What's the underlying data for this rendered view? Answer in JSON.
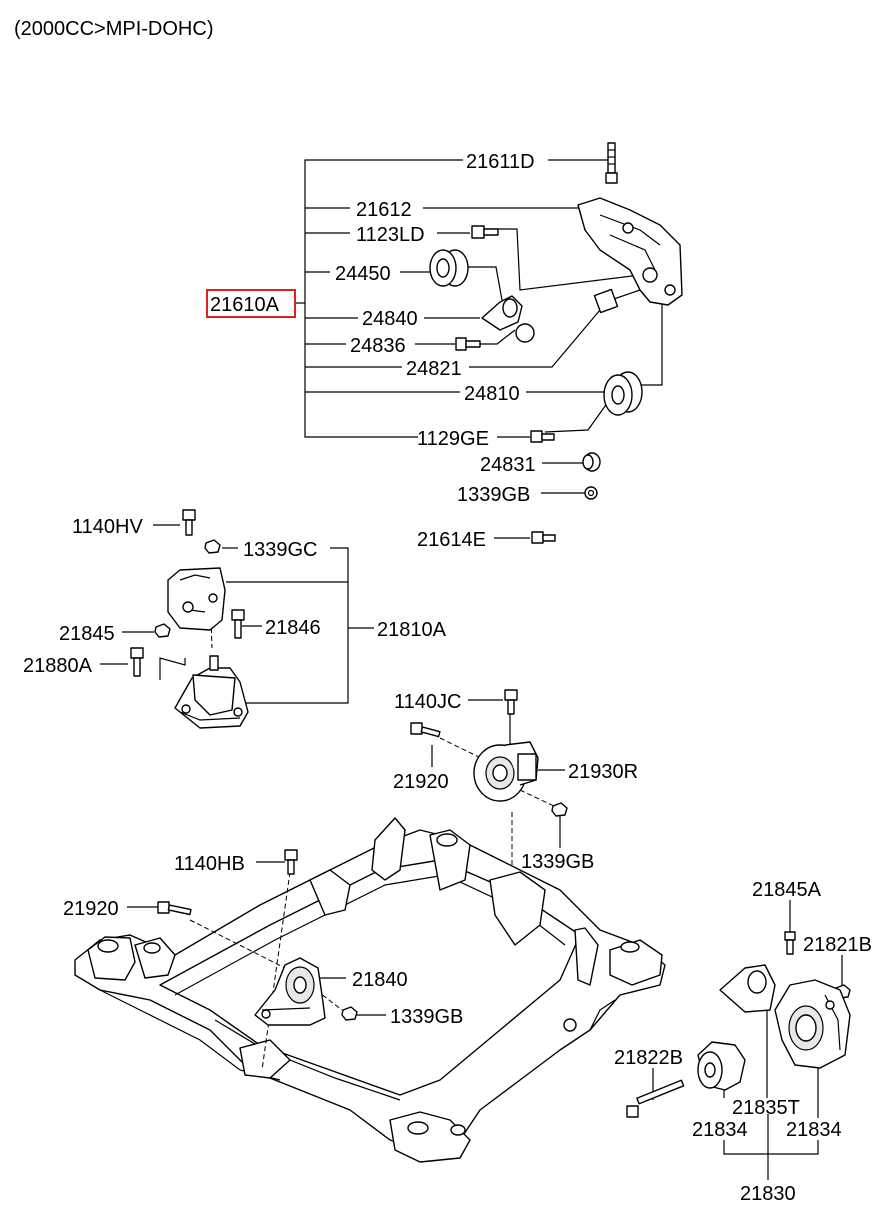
{
  "header": {
    "title": "(2000CC>MPI-DOHC)"
  },
  "highlight": {
    "part": "21610A",
    "color": "#e0201b"
  },
  "parts": {
    "p21611D": "21611D",
    "p21612": "21612",
    "p1123LD": "1123LD",
    "p24450": "24450",
    "p21610A": "21610A",
    "p24840": "24840",
    "p24836": "24836",
    "p24821": "24821",
    "p24810": "24810",
    "p1129GE": "1129GE",
    "p24831": "24831",
    "p1339GB_a": "1339GB",
    "p21614E": "21614E",
    "p1140HV": "1140HV",
    "p1339GC": "1339GC",
    "p21845": "21845",
    "p21846": "21846",
    "p21810A": "21810A",
    "p21880A": "21880A",
    "p1140JC": "1140JC",
    "p21920_a": "21920",
    "p21930R": "21930R",
    "p1339GB_b": "1339GB",
    "p1140HB": "1140HB",
    "p21920_b": "21920",
    "p21840": "21840",
    "p1339GB_c": "1339GB",
    "p21845A": "21845A",
    "p21821B": "21821B",
    "p21822B": "21822B",
    "p21835T": "21835T",
    "p21834_a": "21834",
    "p21834_b": "21834",
    "p21830": "21830"
  }
}
